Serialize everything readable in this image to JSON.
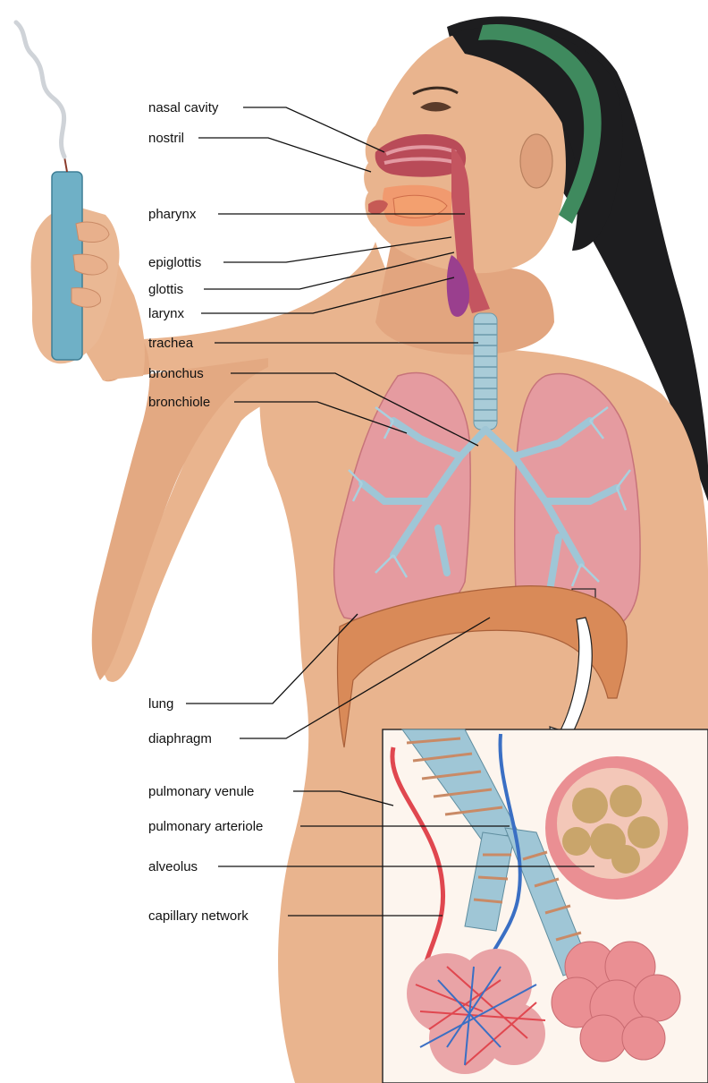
{
  "labels": {
    "nasal_cavity": "nasal cavity",
    "nostril": "nostril",
    "pharynx": "pharynx",
    "epiglottis": "epiglottis",
    "glottis": "glottis",
    "larynx": "larynx",
    "trachea": "trachea",
    "bronchus": "bronchus",
    "bronchiole": "bronchiole",
    "lung": "lung",
    "diaphragm": "diaphragm",
    "pulmonary_venule": "pulmonary venule",
    "pulmonary_arteriole": "pulmonary arteriole",
    "alveolus": "alveolus",
    "capillary_network": "capillary network"
  },
  "colors": {
    "skin": "#e9b48e",
    "skin_shadow": "#c98a66",
    "hair": "#1d1d1f",
    "headband": "#3f8a5e",
    "lung": "#e59ba0",
    "bronchi": "#9fc6d6",
    "trachea": "#a9ccd8",
    "diaphragm": "#d98a58",
    "candle": "#6fb0c6",
    "venule": "#e0474f",
    "arteriole": "#3a6fc4",
    "alveolus_inner": "#c9a56b",
    "alveolus_outer": "#ea8f93"
  }
}
